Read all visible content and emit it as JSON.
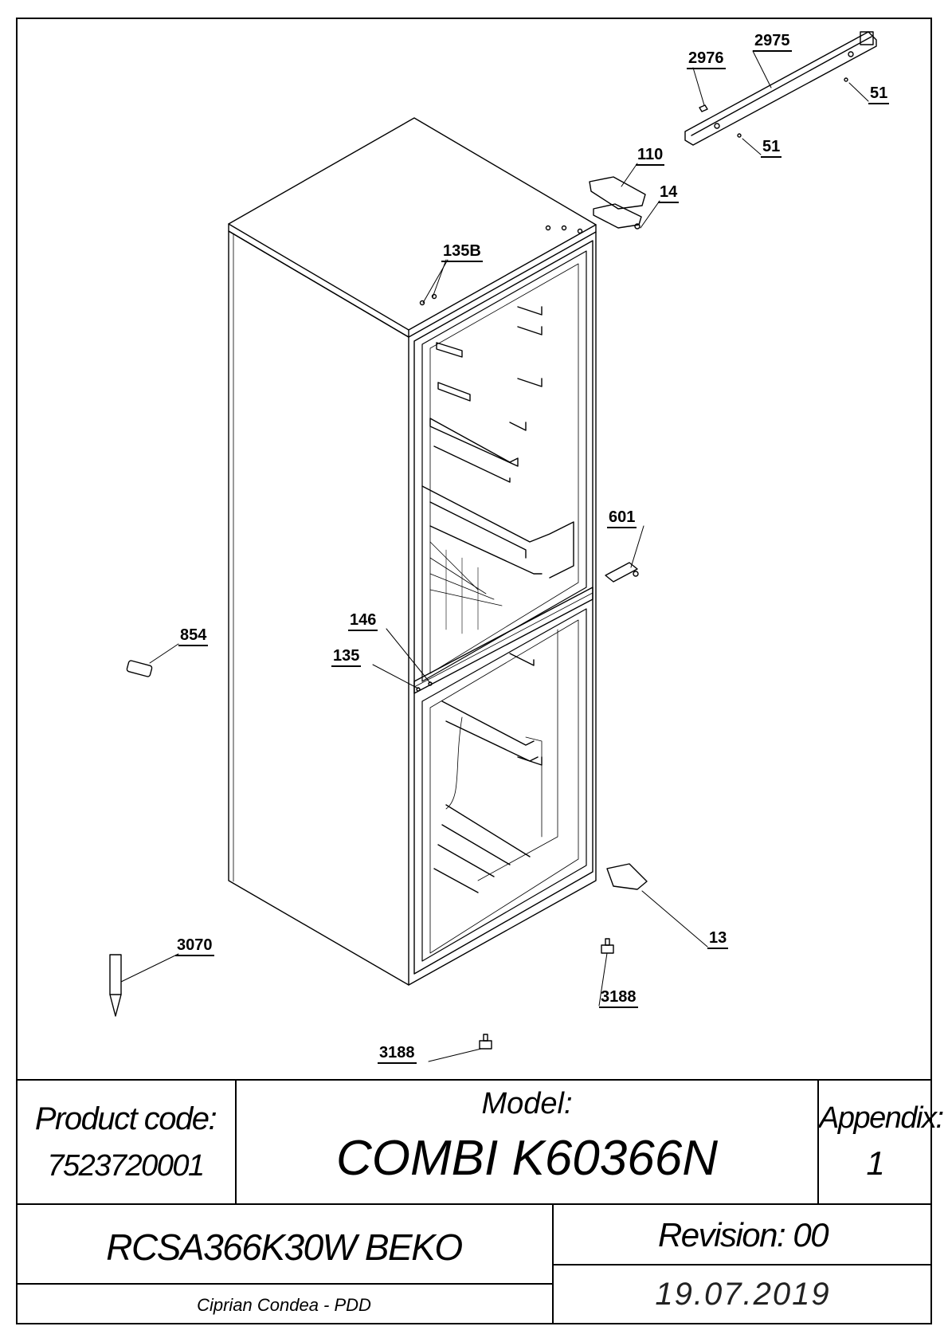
{
  "callouts": [
    {
      "id": "2976",
      "label": "2976"
    },
    {
      "id": "2975",
      "label": "2975"
    },
    {
      "id": "51a",
      "label": "51"
    },
    {
      "id": "51b",
      "label": "51"
    },
    {
      "id": "110",
      "label": "110"
    },
    {
      "id": "14",
      "label": "14"
    },
    {
      "id": "135b",
      "label": "135B"
    },
    {
      "id": "601",
      "label": "601"
    },
    {
      "id": "146",
      "label": "146"
    },
    {
      "id": "135",
      "label": "135"
    },
    {
      "id": "854",
      "label": "854"
    },
    {
      "id": "3070",
      "label": "3070"
    },
    {
      "id": "13",
      "label": "13"
    },
    {
      "id": "3188a",
      "label": "3188"
    },
    {
      "id": "3188b",
      "label": "3188"
    }
  ],
  "title_block": {
    "product_code_label": "Product code:",
    "product_code": "7523720001",
    "model_label": "Model:",
    "model": "COMBI K60366N",
    "appendix_label": "Appendix:",
    "appendix": "1",
    "variant": "RCSA366K30W BEKO",
    "revision": "Revision: 00",
    "author": "Ciprian Condea - PDD",
    "date": "19.07.2019"
  }
}
